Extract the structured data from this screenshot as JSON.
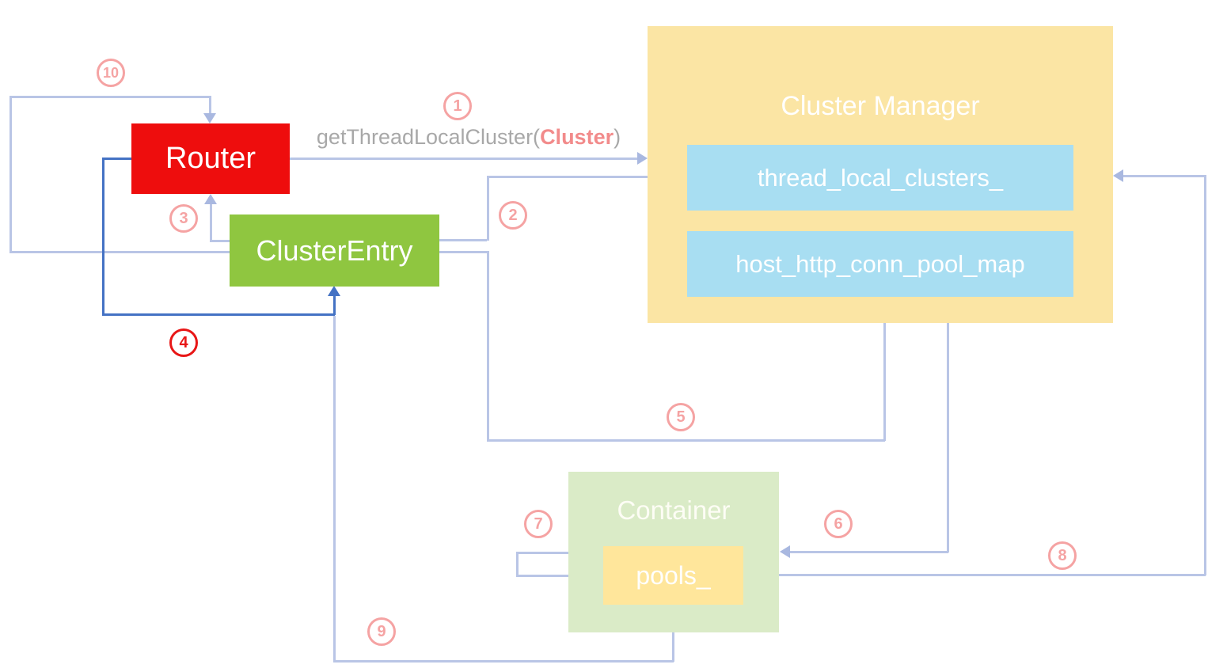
{
  "diagram": {
    "nodes": {
      "router": {
        "label": "Router",
        "color": "#ee0d0d"
      },
      "cluster_entry": {
        "label": "ClusterEntry",
        "color": "#8fc640"
      },
      "cluster_manager": {
        "title": "Cluster Manager",
        "color": "#fbe5a4",
        "field_color": "#a8def2",
        "fields": [
          {
            "label": "thread_local_clusters_"
          },
          {
            "label": "host_http_conn_pool_map"
          }
        ]
      },
      "container": {
        "title": "Container",
        "color": "#daebc7",
        "field_color": "#ffe69b",
        "fields": [
          {
            "label": "pools_"
          }
        ]
      }
    },
    "call_annotation": {
      "prefix": "getThreadLocalCluster(",
      "argument": "Cluster",
      "suffix": ")"
    },
    "steps": [
      {
        "num": "1"
      },
      {
        "num": "2"
      },
      {
        "num": "3"
      },
      {
        "num": "4"
      },
      {
        "num": "5"
      },
      {
        "num": "6"
      },
      {
        "num": "7"
      },
      {
        "num": "8"
      },
      {
        "num": "9"
      },
      {
        "num": "10"
      }
    ],
    "colors": {
      "line": "#b9c5e6",
      "flow_line_dark": "#4472c4",
      "step_badge_pink": "#f5a3a3",
      "step_badge_red": "#e81616",
      "call_text": "#a8a8a8",
      "call_argument": "#f28b8b"
    }
  }
}
